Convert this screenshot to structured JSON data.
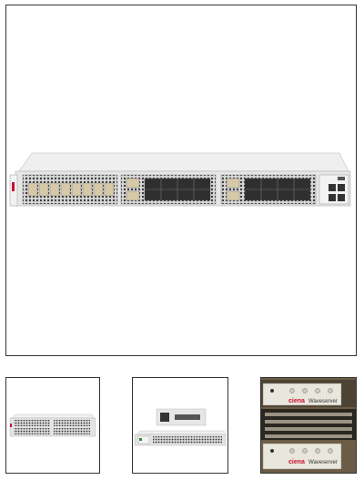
{
  "gallery": {
    "main_image": {
      "icon": "ciena-waveserver-front-panel"
    },
    "thumbnails": [
      {
        "icon": "waveserver-2u-front"
      },
      {
        "icon": "waveserver-1u-angled"
      },
      {
        "icon": "waveserver-rack-photo",
        "brand_label": "ciena",
        "product_label": "Waveserver"
      }
    ]
  },
  "colors": {
    "frame_border": "#333333",
    "chassis": "#e9e9e9",
    "mesh": "#444444",
    "brand_red": "#c8102e"
  }
}
